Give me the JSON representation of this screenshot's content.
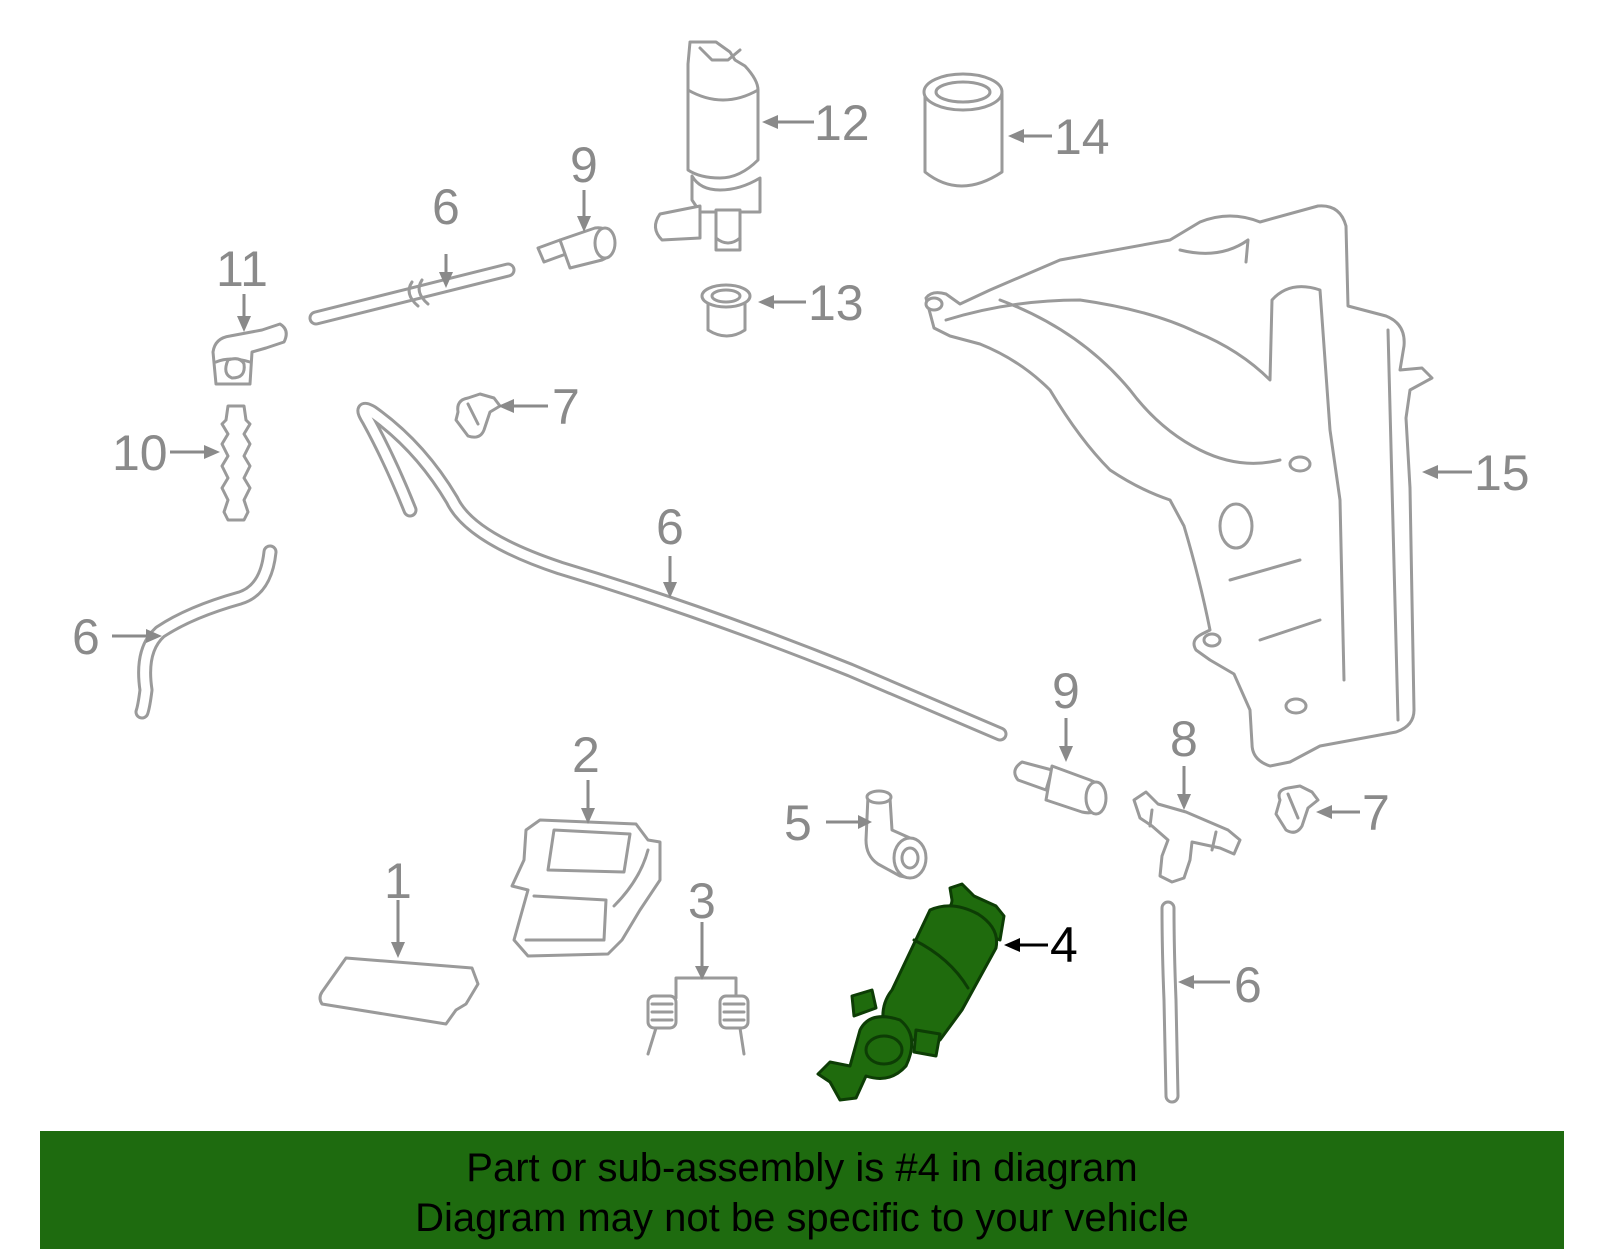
{
  "callouts": {
    "c1": "1",
    "c2": "2",
    "c3": "3",
    "c4": "4",
    "c5": "5",
    "c6a": "6",
    "c6b": "6",
    "c6c": "6",
    "c6d": "6",
    "c7a": "7",
    "c7b": "7",
    "c8": "8",
    "c9a": "9",
    "c9b": "9",
    "c10": "10",
    "c11": "11",
    "c12": "12",
    "c13": "13",
    "c14": "14",
    "c15": "15"
  },
  "highlighted_part": "4",
  "banner": {
    "line1": "Part or sub-assembly is #4 in diagram",
    "line2": "Diagram may not be specific to your vehicle"
  },
  "colors": {
    "highlight_fill": "#1f6b0d",
    "banner_background": "#1e6b0f",
    "part_outline": "#9a9a9a"
  }
}
